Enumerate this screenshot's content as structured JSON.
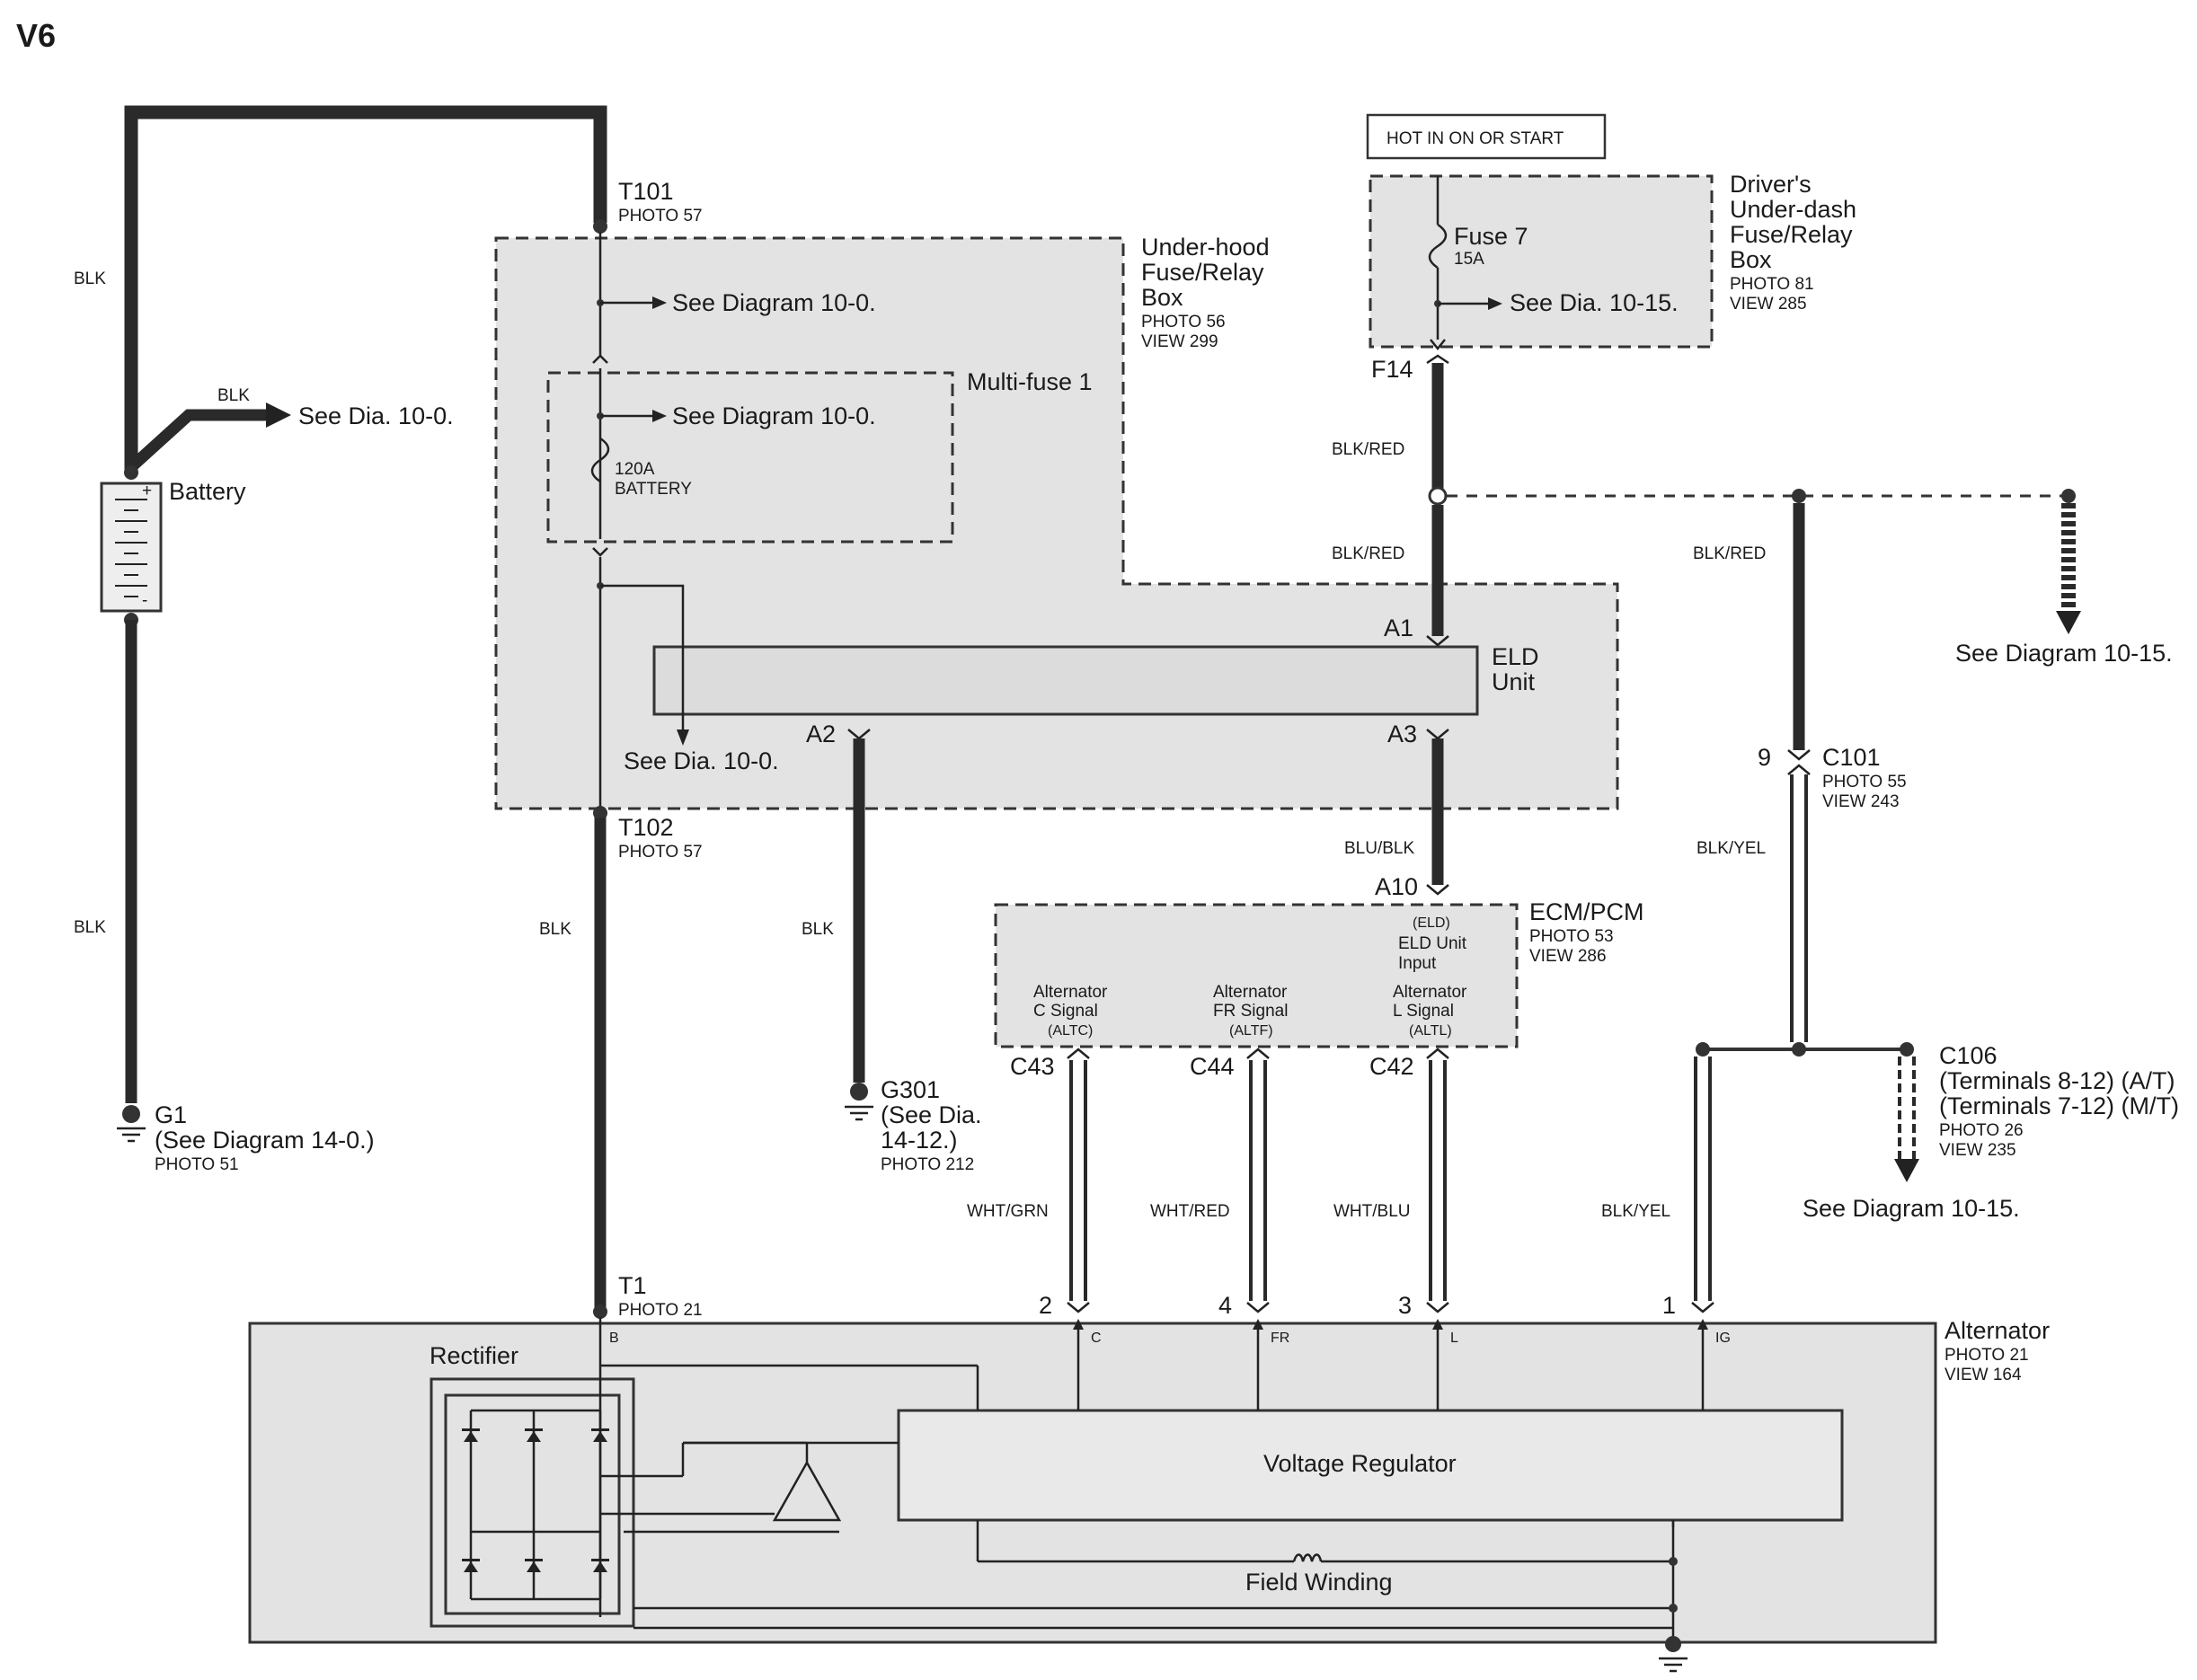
{
  "engine_label": "V6",
  "colors": {
    "wire": "#2a2a2a",
    "box_fill": "#e3e3e3",
    "outline": "#333333"
  },
  "hot_label": "HOT IN ON OR START",
  "battery": {
    "label": "Battery",
    "plus": "+",
    "minus": "-"
  },
  "wire_colors": {
    "blk_top_left": "BLK",
    "blk_branch": "BLK",
    "blk_bottom_left": "BLK",
    "blk_t102": "BLK",
    "blk_a2": "BLK",
    "blk_red_f14": "BLK/RED",
    "blk_red_a1": "BLK/RED",
    "blk_red_right": "BLK/RED",
    "blu_blk": "BLU/BLK",
    "blk_yel_c101": "BLK/YEL",
    "wht_grn": "WHT/GRN",
    "wht_red": "WHT/RED",
    "wht_blu": "WHT/BLU",
    "blk_yel_ig": "BLK/YEL"
  },
  "references": {
    "battery_branch": "See Dia. 10-0.",
    "underhood_top": "See Diagram 10-0.",
    "multifuse": "See Diagram 10-0.",
    "underhood_bottom": "See Dia. 10-0.",
    "fuse7": "See Dia. 10-15.",
    "right_dashed": "See Diagram 10-15.",
    "c106": "See Diagram 10-15."
  },
  "terminals": {
    "t101": {
      "name": "T101",
      "photo": "PHOTO 57"
    },
    "t102": {
      "name": "T102",
      "photo": "PHOTO 57"
    },
    "t1": {
      "name": "T1",
      "photo": "PHOTO 21"
    },
    "f14": "F14",
    "a1": "A1",
    "a2": "A2",
    "a3": "A3",
    "a10": "A10",
    "c43": "C43",
    "c44": "C44",
    "c42": "C42",
    "pin9": "9",
    "pin2": "2",
    "pin4": "4",
    "pin3": "3",
    "pin1": "1"
  },
  "underhood_box": {
    "l1": "Under-hood",
    "l2": "Fuse/Relay",
    "l3": "Box",
    "photo": "PHOTO 56",
    "view": "VIEW 299"
  },
  "multifuse": {
    "label": "Multi-fuse 1",
    "fuse_rating": "120A",
    "fuse_name": "BATTERY"
  },
  "driver_box": {
    "l1": "Driver's",
    "l2": "Under-dash",
    "l3": "Fuse/Relay",
    "l4": "Box",
    "photo": "PHOTO 81",
    "view": "VIEW 285"
  },
  "fuse7": {
    "name": "Fuse 7",
    "rating": "15A"
  },
  "eld_unit": {
    "l1": "ELD",
    "l2": "Unit"
  },
  "ecm": {
    "label": "ECM/PCM",
    "photo": "PHOTO 53",
    "view": "VIEW 286",
    "eld_input": {
      "l1": "(ELD)",
      "l2": "ELD Unit",
      "l3": "Input"
    },
    "altc": {
      "l1": "Alternator",
      "l2": "C Signal",
      "l3": "(ALTC)"
    },
    "altf": {
      "l1": "Alternator",
      "l2": "FR Signal",
      "l3": "(ALTF)"
    },
    "altl": {
      "l1": "Alternator",
      "l2": "L Signal",
      "l3": "(ALTL)"
    }
  },
  "c101": {
    "name": "C101",
    "photo": "PHOTO 55",
    "view": "VIEW 243"
  },
  "c106": {
    "name": "C106",
    "l1": "(Terminals 8-12) (A/T)",
    "l2": "(Terminals 7-12) (M/T)",
    "photo": "PHOTO 26",
    "view": "VIEW 235"
  },
  "g1": {
    "name": "G1",
    "ref": "(See Diagram 14-0.)",
    "photo": "PHOTO 51"
  },
  "g301": {
    "name": "G301",
    "l1": "(See Dia.",
    "l2": "14-12.)",
    "photo": "PHOTO 212"
  },
  "alternator": {
    "label": "Alternator",
    "photo": "PHOTO 21",
    "view": "VIEW 164",
    "rectifier": "Rectifier",
    "voltage_regulator": "Voltage Regulator",
    "field_winding": "Field Winding",
    "pin_b": "B",
    "pin_c": "C",
    "pin_fr": "FR",
    "pin_l": "L",
    "pin_ig": "IG"
  }
}
